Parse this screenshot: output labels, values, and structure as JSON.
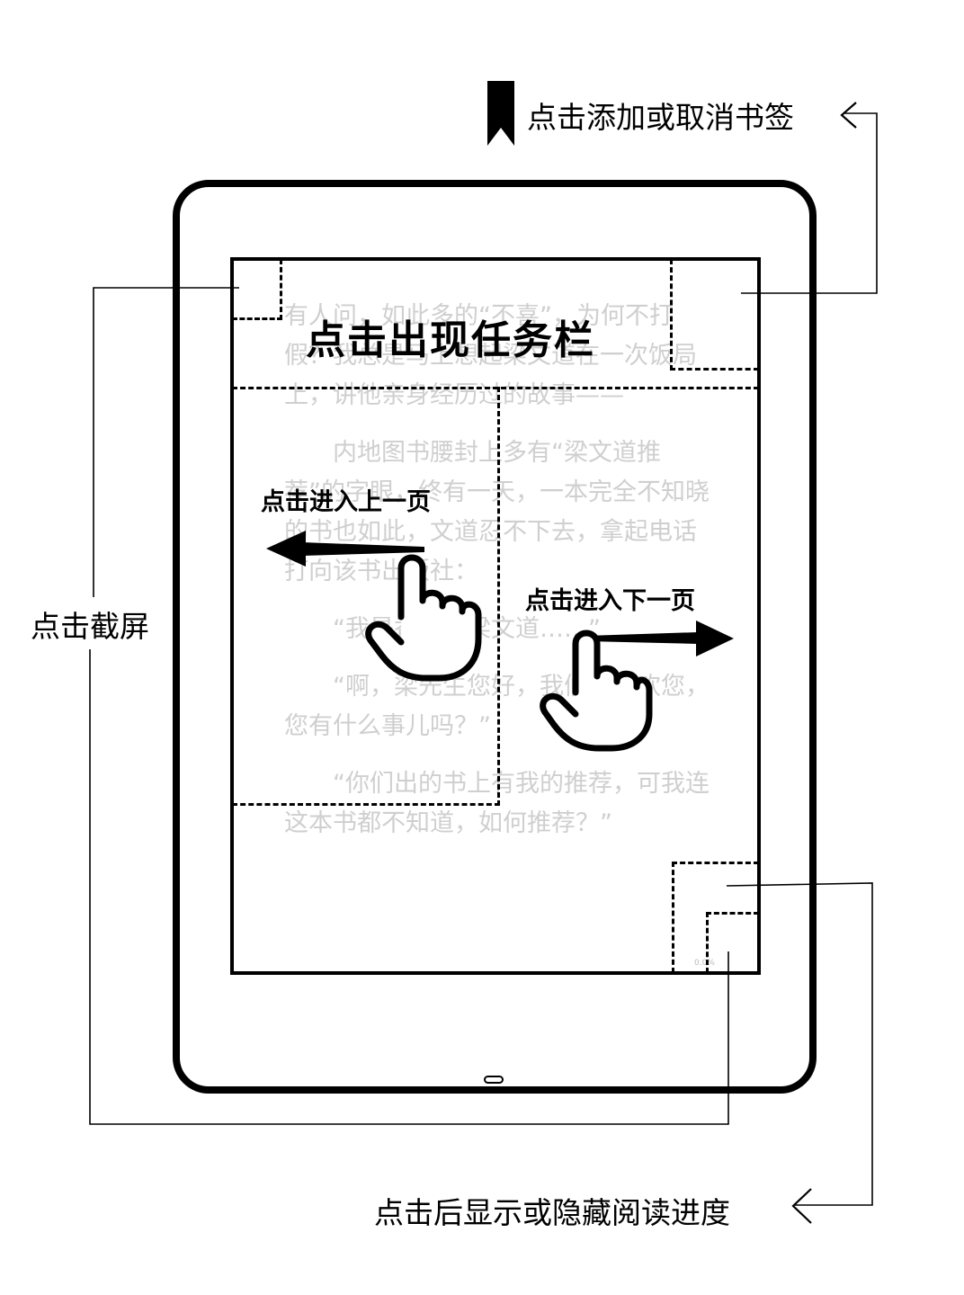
{
  "book": {
    "paragraphs": [
      "有人问，如此多的“不喜”，为何不打假？我总是马上想起梁文道在一次饭局上，讲他亲身经历过的故事——",
      "内地图书腰封上多有“梁文道推荐”的字眼，终有一天，一本完全不知晓的书也如此，文道忍不下去，拿起电话打向该书出版社：",
      "“我是香港的梁文道……”",
      "“啊，梁先生您好，我们很喜欢您，您有什么事儿吗？”",
      "“你们出的书上有我的推荐，可我连这本书都不知道，如何推荐？”"
    ],
    "progress": "0.0%"
  },
  "zones": {
    "taskbar_label": "点击出现任务栏",
    "prev_page_label": "点击进入上一页",
    "next_page_label": "点击进入下一页"
  },
  "callouts": {
    "bookmark": "点击添加或取消书签",
    "screenshot": "点击截屏",
    "progress": "点击后显示或隐藏阅读进度"
  },
  "icons": {
    "bookmark": "bookmark-icon",
    "left_arrow": "left-arrow-icon",
    "right_arrow": "right-arrow-icon",
    "hand": "pointing-hand-icon"
  }
}
